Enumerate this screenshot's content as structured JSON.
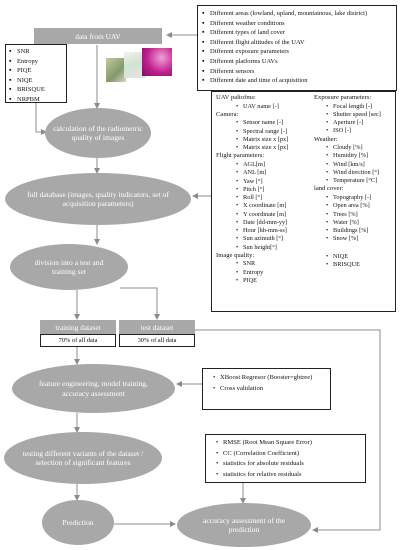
{
  "features_box": {
    "items": [
      "Different areas (lowland, upland, mountainous, lake district)",
      "Different weather conditions",
      "Different types of land cover",
      "Different flight altitudes of the UAV",
      "Different exposure parameters",
      "Different platforms UAVs",
      "Different sensors",
      "Different date and time of acquisition"
    ]
  },
  "metrics_box": {
    "items": [
      "SNR",
      "Entropy",
      "PIQE",
      "NIQE",
      "BRISQUE",
      "NRPBM"
    ]
  },
  "flow": {
    "data_from_uav": "data from UAV",
    "calc_quality": "calculation of the radiometric quality of images",
    "full_database": "full database (images, quality indicators, set of acquisition parameters)",
    "division": "division into a test and training set",
    "training_dataset": "training dataset",
    "test_dataset": "test dataset",
    "training_pct": "70% of all data",
    "test_pct": "30% of all data",
    "feature_eng": "feature engineering, model training, accuracy assessment",
    "testing_variants": "testing different variants of the dataset / selection of significant features",
    "prediction": "Prediction",
    "accuracy_pred": "accuracy assessment of the prediction"
  },
  "params_box": {
    "uav_head": "UAV paltofms:",
    "uav_items": [
      "UAV name [-]"
    ],
    "camera_head": "Camera:",
    "camera_items": [
      "Sensor name [-]",
      "Spectral range [-]",
      "Matrix size x [px]",
      "Matrix size x [px]"
    ],
    "flight_head": "Flight parameters:",
    "flight_items": [
      "AGL[m]",
      "ANL [m]",
      "Yaw [°]",
      "Pitch [°]",
      "Roll [°]",
      "X coordinate [m]",
      "Y coordinate [m]",
      "Date [dd-mm-yy]",
      "Hour [hh-mm-ss]",
      "Sun azimuth [°]",
      "Sun height[°]"
    ],
    "quality_head": "Image quality:",
    "quality_items_left": [
      "SNR",
      "Entropy",
      "PIQE"
    ],
    "quality_items_right": [
      "NIQE",
      "BRISQUE"
    ],
    "exposure_head": "Exposure parameters:",
    "exposure_items": [
      "Focal length [-]",
      "Shutter speed [sec]",
      "Aperture [-]",
      "ISO [-]"
    ],
    "weather_head": "Weather:",
    "weather_items": [
      "Cloudy [%]",
      "Humidity [%]",
      "Wind [km/s]",
      "Wind direction [°]",
      "Temperature [°C]"
    ],
    "land_head": "land cover:",
    "land_items": [
      "Topography [-]",
      "Open area [%]",
      "Trees [%]",
      "Water [%]",
      "Buildings [%]",
      "Snow [%]"
    ]
  },
  "xgboost_box": {
    "items": [
      "XBoost Regresor (Booster=gbtree)",
      "Cross validation"
    ]
  },
  "errors_box": {
    "items": [
      "RMSE (Root Mean Square Error)",
      "CC (Correlation Coefficient)",
      "statistics for absolute residuals",
      "statistics for relative residuals"
    ]
  },
  "colors": {
    "node_fill": "#a8a8a8",
    "connector": "#8c8c8c",
    "frame_line": "#555555"
  }
}
